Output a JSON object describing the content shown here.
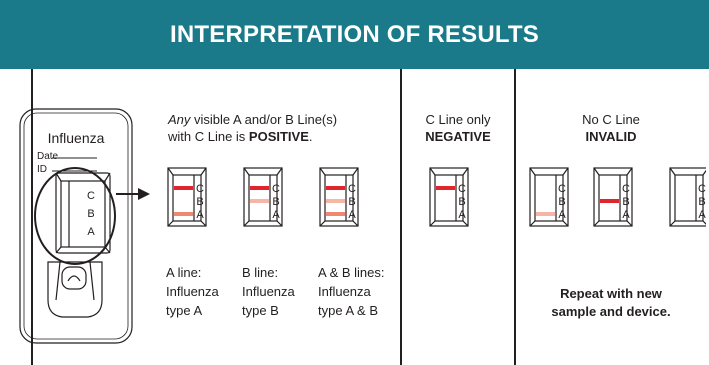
{
  "header": {
    "title": "INTERPRETATION OF RESULTS"
  },
  "device": {
    "label": "Influenza",
    "date_label": "Date",
    "id_label": "ID"
  },
  "positive": {
    "line1_italic": "Any",
    "line1_rest": " visible A and/or B Line(s)",
    "line2_prefix": "with C Line is ",
    "line2_bold": "POSITIVE",
    "line2_suffix": ".",
    "results": [
      {
        "caption": [
          "A line:",
          "Influenza",
          "type A"
        ]
      },
      {
        "caption": [
          "B line:",
          "Influenza",
          "type B"
        ]
      },
      {
        "caption": [
          "A & B lines:",
          "Influenza",
          "type A & B"
        ]
      }
    ]
  },
  "negative": {
    "title": "C Line only",
    "result": "NEGATIVE"
  },
  "invalid": {
    "title": "No C Line",
    "result": "INVALID",
    "instruction_line1": "Repeat with new",
    "instruction_line2": "sample and device."
  },
  "strip_labels": {
    "c": "C",
    "b": "B",
    "a": "A"
  },
  "colors": {
    "header": "#1a7a8a",
    "line_strong": "#e0262c",
    "line_faint": "#f5b6a8",
    "line_medium": "#ee8870",
    "outline": "#231f20"
  }
}
